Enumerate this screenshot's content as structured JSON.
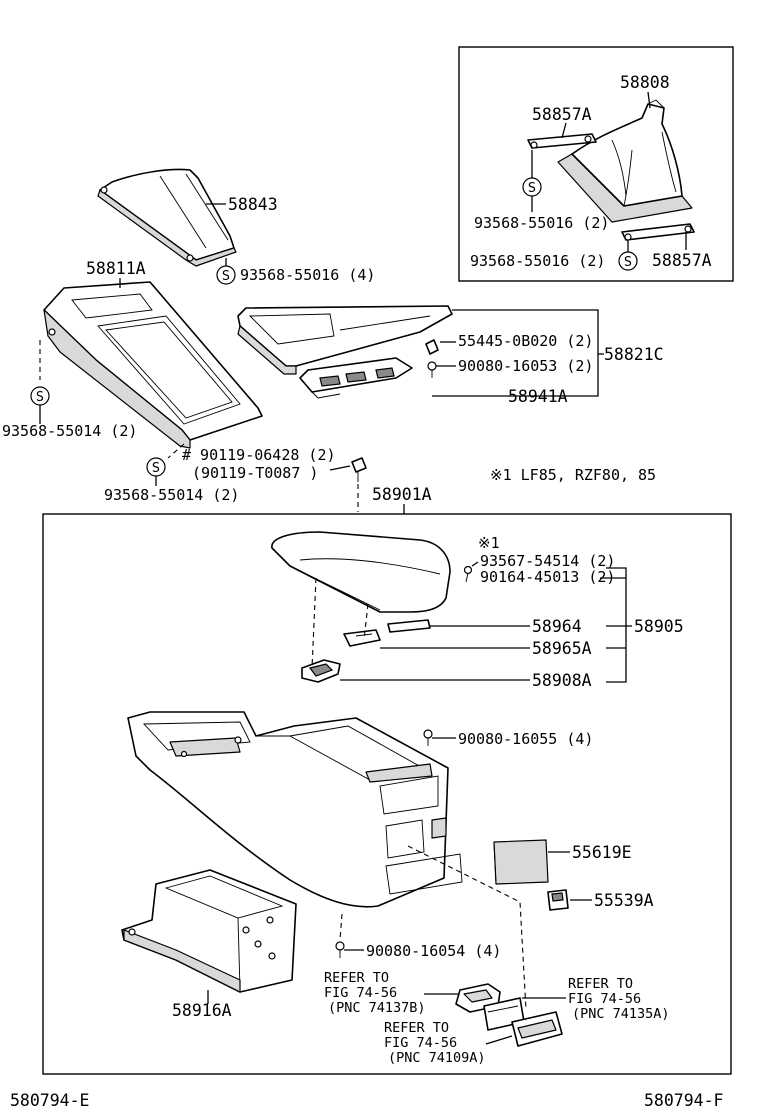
{
  "diagram": {
    "callouts": {
      "p58808": "58808",
      "p58857A_top": "58857A",
      "p93568_55016_2_top": "93568-55016 (2)",
      "p93568_55016_2_bottom": "93568-55016 (2)",
      "p58857A_bottom": "58857A",
      "p58843": "58843",
      "p93568_55016_4": "93568-55016 (4)",
      "p58811A": "58811A",
      "p55445_0B020": "55445-0B020 (2)",
      "p90080_16053": "90080-16053 (2)",
      "p58821C": "58821C",
      "p58941A": "58941A",
      "p93568_55014_left": "93568-55014 (2)",
      "p90119_06428": "# 90119-06428 (2)",
      "p90119_T0087": "(90119-T0087  )",
      "p93568_55014_bottom": "93568-55014 (2)",
      "note_lf85": "※1  LF85, RZF80, 85",
      "p58901A": "58901A",
      "note_mark1": "※1",
      "p93567_54514": "93567-54514 (2)",
      "p90164_45013": "90164-45013 (2)",
      "p58964": "58964",
      "p58905": "58905",
      "p58965A": "58965A",
      "p58908A": "58908A",
      "p90080_16055": "90080-16055 (4)",
      "p55619E": "55619E",
      "p55539A": "55539A",
      "p90080_16054": "90080-16054 (4)",
      "p58916A": "58916A",
      "ref1_line1": "REFER TO",
      "ref1_line2": "FIG 74-56",
      "ref1_line3": "(PNC 74137B)",
      "ref2_line1": "REFER TO",
      "ref2_line2": "FIG 74-56",
      "ref2_line3": "(PNC 74135A)",
      "ref3_line1": "REFER TO",
      "ref3_line2": "FIG 74-56",
      "ref3_line3": "(PNC 74109A)",
      "footer_left": "580794-E",
      "footer_right": "580794-F"
    },
    "symbols": {
      "s_mark": "S",
      "s_icon": "circled-s-icon"
    }
  }
}
